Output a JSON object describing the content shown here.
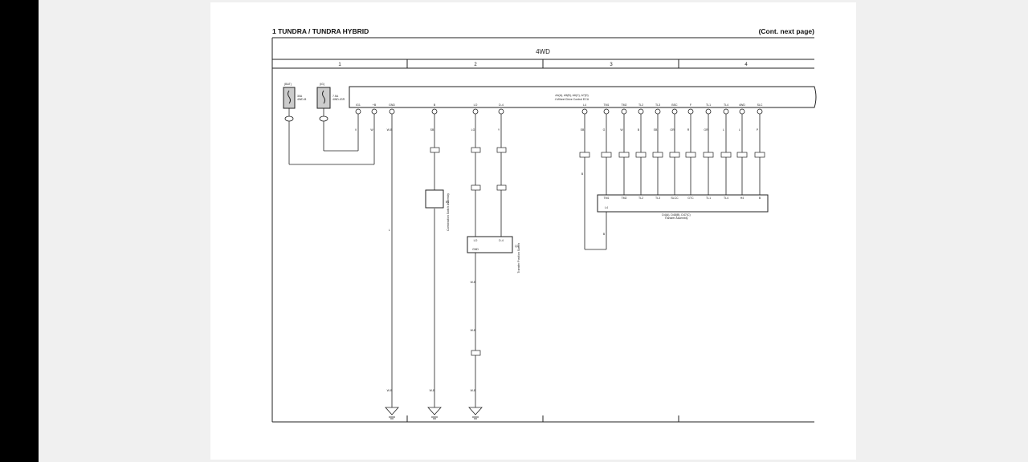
{
  "header": {
    "title": "1  TUNDRA / TUNDRA HYBRID",
    "continued": "(Cont. next page)"
  },
  "diagram": {
    "system_name": "4WD",
    "columns": [
      "1",
      "2",
      "3",
      "4"
    ],
    "fuses": [
      {
        "label": "(BAT)",
        "rating": "30A",
        "name": "4WD-B"
      },
      {
        "label": "(IG)",
        "rating": "7.5A",
        "name": "4WD-IGR"
      }
    ],
    "ecu": {
      "codes": "A4(A), A5(B), A6(C), A7(D)",
      "name": "4 Wheel Drive Control ECU",
      "pins": [
        "IG1",
        "+B",
        "GND",
        "B",
        "LO",
        "D-4",
        "L4",
        "TM1",
        "TM2",
        "TL2",
        "TL3",
        "BSC",
        "F",
        "TL1",
        "TL4",
        "4WD",
        "SLC"
      ]
    },
    "transfer_assembly": {
      "codes": "D4(A), D48(B), D47(C)",
      "name": "Transfer Assembly",
      "pins": [
        "TM1",
        "TM2",
        "TL2",
        "TL3",
        "SLCC",
        "GTC",
        "TL1",
        "TL4",
        "H4",
        "B"
      ],
      "ground_pin": "L4"
    },
    "components": [
      {
        "code": "B1",
        "name": "Combination Switch Assembly"
      },
      {
        "code": "Q4",
        "name": "Transfer Position Switch",
        "pins": [
          "LO",
          "D-4",
          "GND"
        ]
      }
    ],
    "wire_colors": [
      "V",
      "W",
      "LG",
      "SB",
      "W-B",
      "B",
      "L",
      "G",
      "R",
      "P",
      "GR",
      "Y"
    ]
  }
}
